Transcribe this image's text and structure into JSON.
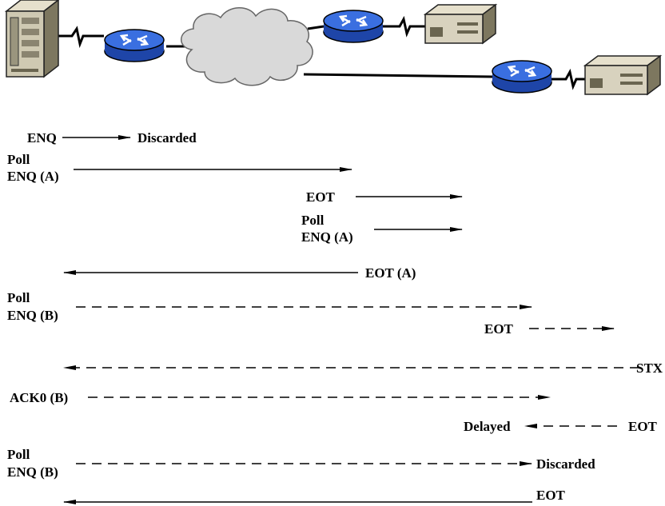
{
  "colors": {
    "background": "#ffffff",
    "cloud": "#d9d9d9",
    "router": "#3a6fe0",
    "device_body": "#d8d2be",
    "device_dark": "#8a8470",
    "line": "#000000"
  },
  "icons": {
    "host": "host-computer-icon",
    "router": "router-icon",
    "network": "cloud-icon",
    "terminal": "terminal-device-icon"
  },
  "labels": {
    "enq1": "ENQ",
    "discarded1": "Discarded",
    "poll_a1_l1": "Poll",
    "poll_a1_l2": "ENQ (A)",
    "eot1": "EOT",
    "poll_a2_l1": "Poll",
    "poll_a2_l2": "ENQ (A)",
    "eot_a": "EOT (A)",
    "poll_b1_l1": "Poll",
    "poll_b1_l2": "ENQ (B)",
    "eot2": "EOT",
    "stx": "STX",
    "ack0": "ACK0 (B)",
    "delayed": "Delayed",
    "eot3": "EOT",
    "poll_b2_l1": "Poll",
    "poll_b2_l2": "ENQ (B)",
    "discarded2": "Discarded",
    "eot4": "EOT"
  }
}
